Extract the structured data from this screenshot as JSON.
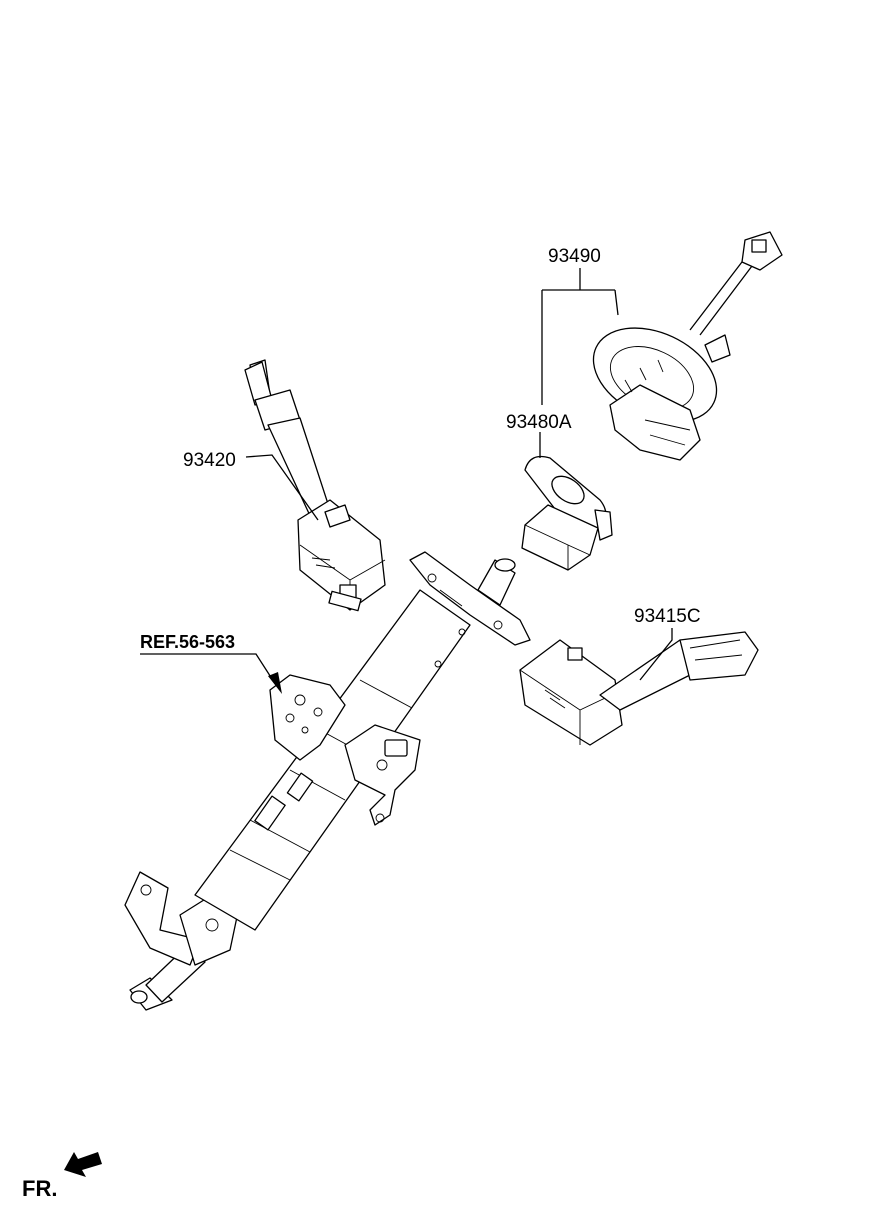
{
  "labels": {
    "clock_spring": "93490",
    "steering_angle_sensor": "93480A",
    "left_switch": "93420",
    "right_switch": "93415C",
    "reference": "REF.56-563",
    "front_indicator": "FR."
  }
}
